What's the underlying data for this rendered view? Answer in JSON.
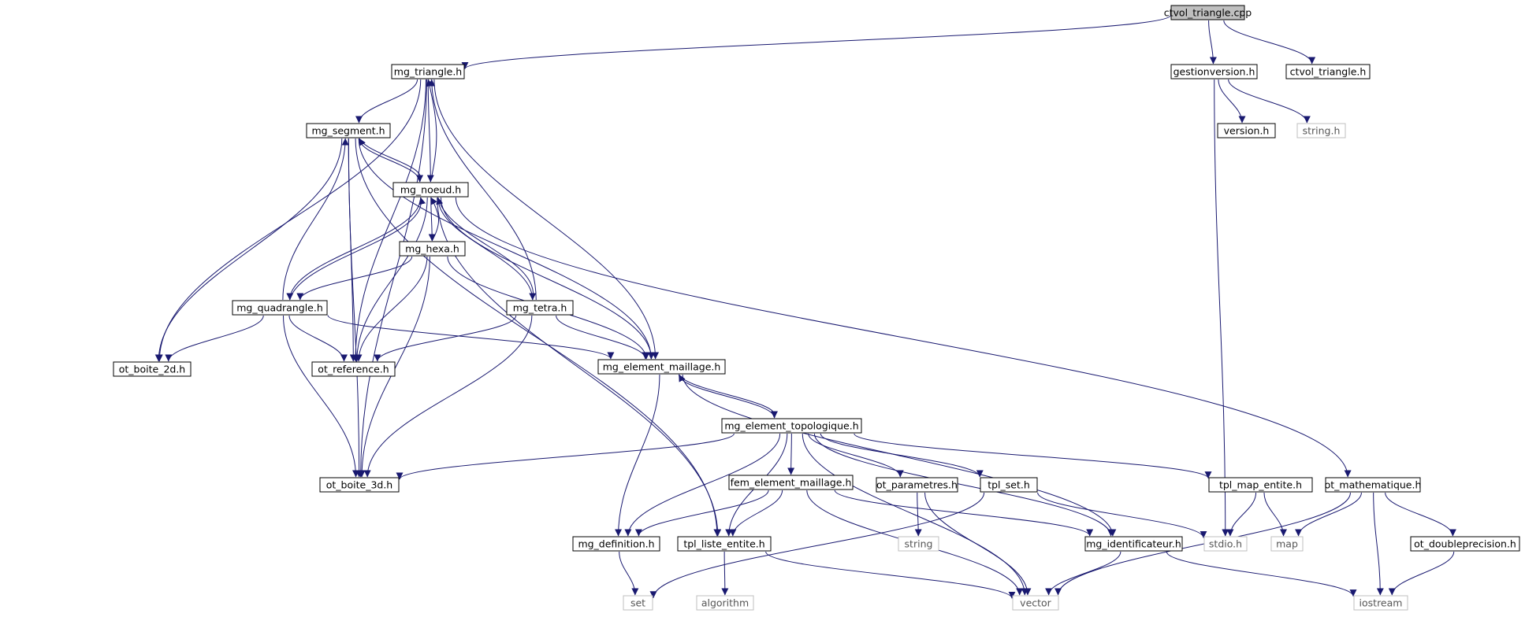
{
  "diagram": {
    "title": "",
    "colors": {
      "edge": "#191970",
      "node_border": "#000000",
      "root_fill": "#bfbfbf",
      "external_border": "#bfbfbf",
      "background": "#ffffff"
    },
    "nodes": [
      {
        "id": "ctvol_triangle_cpp",
        "label": "ctvol_triangle.cpp",
        "kind": "root"
      },
      {
        "id": "mg_triangle_h",
        "label": "mg_triangle.h",
        "kind": "file"
      },
      {
        "id": "gestionversion_h",
        "label": "gestionversion.h",
        "kind": "file"
      },
      {
        "id": "ctvol_triangle_h",
        "label": "ctvol_triangle.h",
        "kind": "file"
      },
      {
        "id": "mg_segment_h",
        "label": "mg_segment.h",
        "kind": "file"
      },
      {
        "id": "version_h",
        "label": "version.h",
        "kind": "file"
      },
      {
        "id": "string_h",
        "label": "string.h",
        "kind": "external"
      },
      {
        "id": "mg_noeud_h",
        "label": "mg_noeud.h",
        "kind": "file"
      },
      {
        "id": "mg_hexa_h",
        "label": "mg_hexa.h",
        "kind": "file"
      },
      {
        "id": "mg_quadrangle_h",
        "label": "mg_quadrangle.h",
        "kind": "file"
      },
      {
        "id": "mg_tetra_h",
        "label": "mg_tetra.h",
        "kind": "file"
      },
      {
        "id": "ot_boite_2d_h",
        "label": "ot_boite_2d.h",
        "kind": "file"
      },
      {
        "id": "ot_reference_h",
        "label": "ot_reference.h",
        "kind": "file"
      },
      {
        "id": "mg_element_maillage_h",
        "label": "mg_element_maillage.h",
        "kind": "file"
      },
      {
        "id": "mg_element_topologique_h",
        "label": "mg_element_topologique.h",
        "kind": "file"
      },
      {
        "id": "ot_boite_3d_h",
        "label": "ot_boite_3d.h",
        "kind": "file"
      },
      {
        "id": "fem_element_maillage_h",
        "label": "fem_element_maillage.h",
        "kind": "file"
      },
      {
        "id": "ot_parametres_h",
        "label": "ot_parametres.h",
        "kind": "file"
      },
      {
        "id": "tpl_set_h",
        "label": "tpl_set.h",
        "kind": "file"
      },
      {
        "id": "tpl_map_entite_h",
        "label": "tpl_map_entite.h",
        "kind": "file"
      },
      {
        "id": "ot_mathematique_h",
        "label": "ot_mathematique.h",
        "kind": "file"
      },
      {
        "id": "mg_definition_h",
        "label": "mg_definition.h",
        "kind": "file"
      },
      {
        "id": "tpl_liste_entite_h",
        "label": "tpl_liste_entite.h",
        "kind": "file"
      },
      {
        "id": "string",
        "label": "string",
        "kind": "external"
      },
      {
        "id": "mg_identificateur_h",
        "label": "mg_identificateur.h",
        "kind": "file"
      },
      {
        "id": "stdio_h",
        "label": "stdio.h",
        "kind": "external"
      },
      {
        "id": "map",
        "label": "map",
        "kind": "external"
      },
      {
        "id": "ot_doubleprecision_h",
        "label": "ot_doubleprecision.h",
        "kind": "file"
      },
      {
        "id": "set",
        "label": "set",
        "kind": "external"
      },
      {
        "id": "algorithm",
        "label": "algorithm",
        "kind": "external"
      },
      {
        "id": "vector",
        "label": "vector",
        "kind": "external"
      },
      {
        "id": "iostream",
        "label": "iostream",
        "kind": "external"
      }
    ],
    "edges": [
      [
        "ctvol_triangle_cpp",
        "mg_triangle_h"
      ],
      [
        "ctvol_triangle_cpp",
        "gestionversion_h"
      ],
      [
        "ctvol_triangle_cpp",
        "ctvol_triangle_h"
      ],
      [
        "gestionversion_h",
        "version_h"
      ],
      [
        "gestionversion_h",
        "string_h"
      ],
      [
        "gestionversion_h",
        "stdio_h"
      ],
      [
        "mg_triangle_h",
        "mg_segment_h"
      ],
      [
        "mg_triangle_h",
        "mg_noeud_h"
      ],
      [
        "mg_triangle_h",
        "ot_boite_2d_h"
      ],
      [
        "mg_triangle_h",
        "ot_boite_3d_h"
      ],
      [
        "mg_triangle_h",
        "ot_reference_h"
      ],
      [
        "mg_triangle_h",
        "mg_element_maillage_h"
      ],
      [
        "mg_segment_h",
        "mg_noeud_h"
      ],
      [
        "mg_segment_h",
        "ot_boite_2d_h"
      ],
      [
        "mg_segment_h",
        "ot_boite_3d_h"
      ],
      [
        "mg_segment_h",
        "ot_reference_h"
      ],
      [
        "mg_segment_h",
        "mg_element_maillage_h"
      ],
      [
        "mg_segment_h",
        "tpl_liste_entite_h"
      ],
      [
        "mg_noeud_h",
        "mg_triangle_h"
      ],
      [
        "mg_noeud_h",
        "mg_segment_h"
      ],
      [
        "mg_noeud_h",
        "mg_hexa_h"
      ],
      [
        "mg_noeud_h",
        "mg_quadrangle_h"
      ],
      [
        "mg_noeud_h",
        "mg_tetra_h"
      ],
      [
        "mg_noeud_h",
        "ot_reference_h"
      ],
      [
        "mg_noeud_h",
        "mg_element_maillage_h"
      ],
      [
        "mg_noeud_h",
        "tpl_liste_entite_h"
      ],
      [
        "mg_noeud_h",
        "ot_mathematique_h"
      ],
      [
        "mg_hexa_h",
        "mg_noeud_h"
      ],
      [
        "mg_hexa_h",
        "mg_quadrangle_h"
      ],
      [
        "mg_hexa_h",
        "ot_reference_h"
      ],
      [
        "mg_hexa_h",
        "ot_boite_3d_h"
      ],
      [
        "mg_hexa_h",
        "mg_element_maillage_h"
      ],
      [
        "mg_quadrangle_h",
        "mg_segment_h"
      ],
      [
        "mg_quadrangle_h",
        "mg_noeud_h"
      ],
      [
        "mg_quadrangle_h",
        "ot_boite_2d_h"
      ],
      [
        "mg_quadrangle_h",
        "ot_reference_h"
      ],
      [
        "mg_quadrangle_h",
        "ot_boite_3d_h"
      ],
      [
        "mg_quadrangle_h",
        "mg_element_maillage_h"
      ],
      [
        "mg_tetra_h",
        "mg_triangle_h"
      ],
      [
        "mg_tetra_h",
        "mg_noeud_h"
      ],
      [
        "mg_tetra_h",
        "ot_reference_h"
      ],
      [
        "mg_tetra_h",
        "ot_boite_3d_h"
      ],
      [
        "mg_tetra_h",
        "mg_element_maillage_h"
      ],
      [
        "mg_element_maillage_h",
        "mg_element_topologique_h"
      ],
      [
        "mg_element_maillage_h",
        "mg_definition_h"
      ],
      [
        "mg_element_maillage_h",
        "mg_identificateur_h"
      ],
      [
        "mg_element_topologique_h",
        "mg_element_maillage_h"
      ],
      [
        "mg_element_topologique_h",
        "ot_boite_3d_h"
      ],
      [
        "mg_element_topologique_h",
        "fem_element_maillage_h"
      ],
      [
        "mg_element_topologique_h",
        "ot_parametres_h"
      ],
      [
        "mg_element_topologique_h",
        "tpl_set_h"
      ],
      [
        "mg_element_topologique_h",
        "tpl_map_entite_h"
      ],
      [
        "mg_element_topologique_h",
        "mg_definition_h"
      ],
      [
        "mg_element_topologique_h",
        "tpl_liste_entite_h"
      ],
      [
        "mg_element_topologique_h",
        "mg_identificateur_h"
      ],
      [
        "mg_element_topologique_h",
        "vector"
      ],
      [
        "fem_element_maillage_h",
        "mg_definition_h"
      ],
      [
        "fem_element_maillage_h",
        "tpl_liste_entite_h"
      ],
      [
        "fem_element_maillage_h",
        "mg_identificateur_h"
      ],
      [
        "fem_element_maillage_h",
        "vector"
      ],
      [
        "ot_parametres_h",
        "string"
      ],
      [
        "ot_parametres_h",
        "vector"
      ],
      [
        "tpl_set_h",
        "set"
      ],
      [
        "tpl_set_h",
        "stdio_h"
      ],
      [
        "tpl_map_entite_h",
        "stdio_h"
      ],
      [
        "tpl_map_entite_h",
        "map"
      ],
      [
        "ot_mathematique_h",
        "map"
      ],
      [
        "ot_mathematique_h",
        "iostream"
      ],
      [
        "ot_mathematique_h",
        "vector"
      ],
      [
        "ot_mathematique_h",
        "ot_doubleprecision_h"
      ],
      [
        "ot_doubleprecision_h",
        "iostream"
      ],
      [
        "mg_definition_h",
        "set"
      ],
      [
        "tpl_liste_entite_h",
        "algorithm"
      ],
      [
        "tpl_liste_entite_h",
        "vector"
      ],
      [
        "mg_identificateur_h",
        "vector"
      ],
      [
        "mg_identificateur_h",
        "iostream"
      ]
    ]
  }
}
